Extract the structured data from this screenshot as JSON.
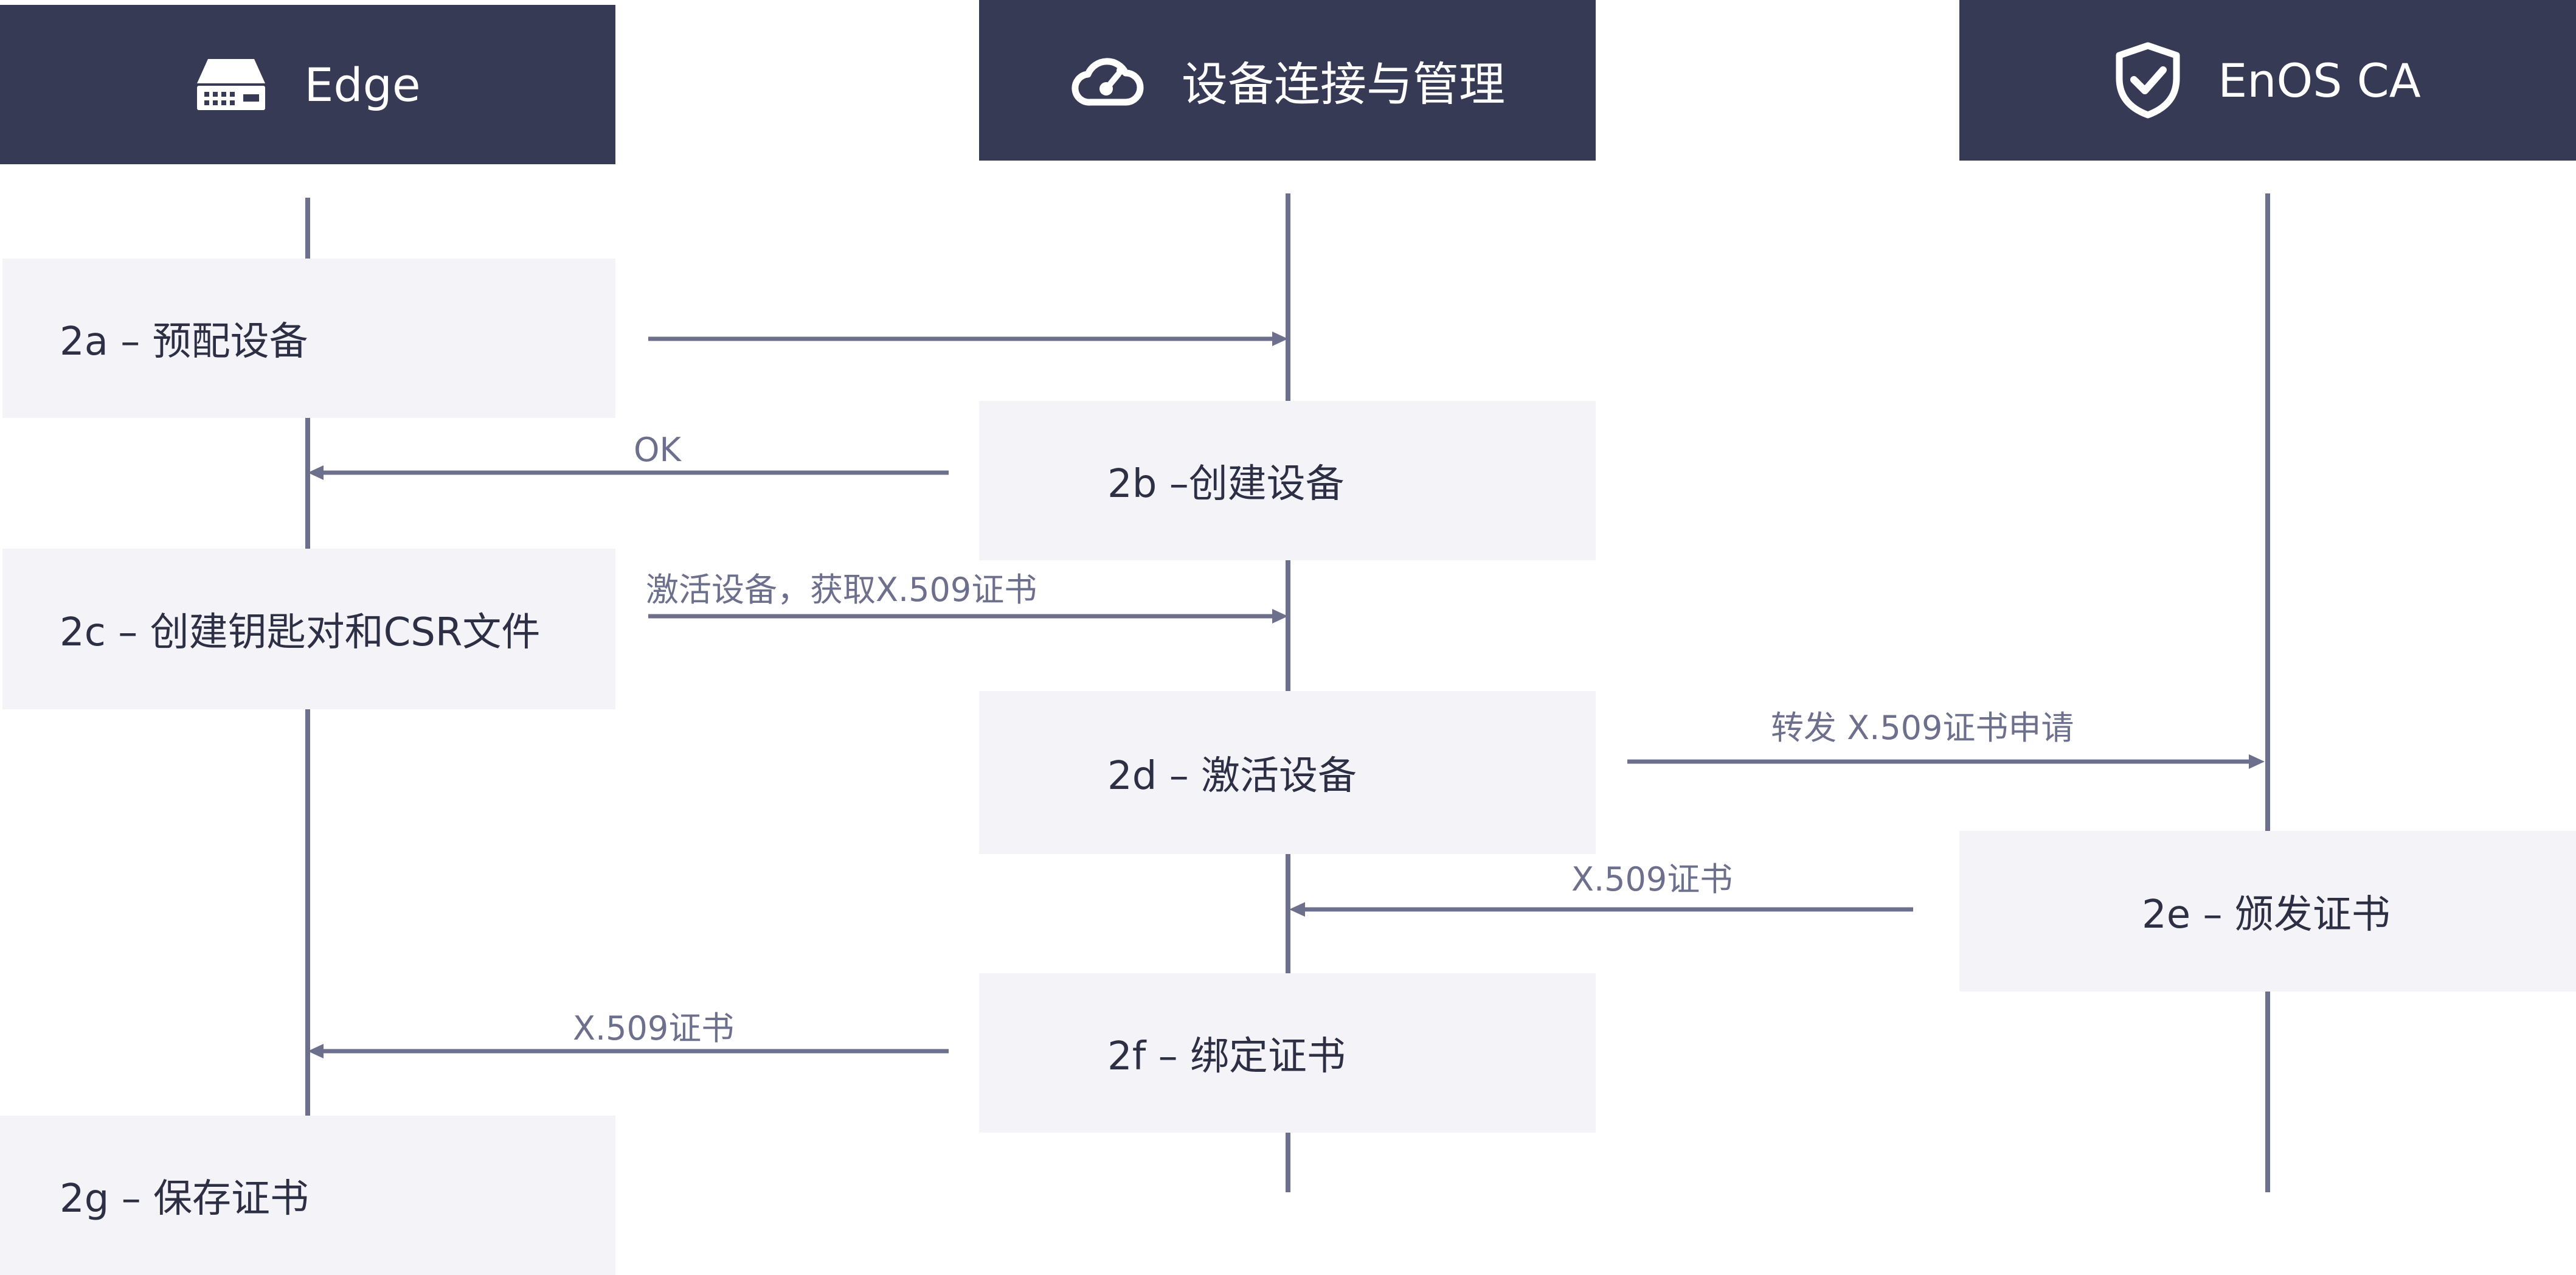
{
  "participants": {
    "edge": {
      "title": "Edge",
      "icon": "server-icon"
    },
    "device_mgmt": {
      "title": "设备连接与管理",
      "icon": "cloud-connect-icon"
    },
    "enos_ca": {
      "title": "EnOS CA",
      "icon": "shield-check-icon"
    }
  },
  "steps": {
    "s2a": "2a – 预配设备",
    "s2b": "2b –创建设备",
    "s2c": "2c – 创建钥匙对和CSR文件",
    "s2d": "2d – 激活设备",
    "s2e": "2e – 颁发证书",
    "s2f": "2f – 绑定证书",
    "s2g": "2g – 保存证书"
  },
  "messages": {
    "ok": "OK",
    "activate": "激活设备，获取X.509证书",
    "forward": "转发 X.509证书申请",
    "cert_to_mgmt": "X.509证书",
    "cert_to_edge": "X.509证书"
  },
  "colors": {
    "header_bg": "#363a55",
    "step_bg": "#f4f4f8",
    "line": "#6d708c",
    "step_text": "#2d3045"
  }
}
